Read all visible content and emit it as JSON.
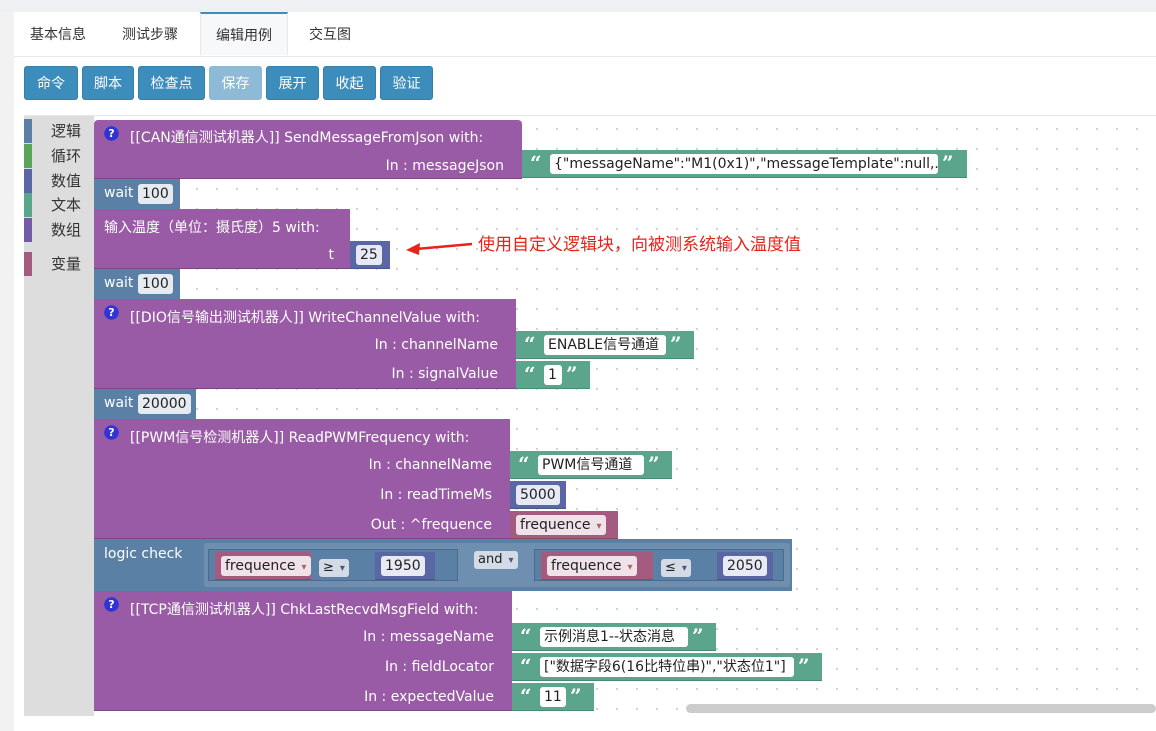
{
  "tabs": [
    {
      "label": "基本信息"
    },
    {
      "label": "测试步骤"
    },
    {
      "label": "编辑用例"
    },
    {
      "label": "交互图"
    }
  ],
  "toolbar": {
    "buttons": [
      {
        "label": "命令"
      },
      {
        "label": "脚本"
      },
      {
        "label": "检查点"
      },
      {
        "label": "保存"
      },
      {
        "label": "展开"
      },
      {
        "label": "收起"
      },
      {
        "label": "验证"
      }
    ]
  },
  "toolbox": {
    "categories": [
      {
        "label": "逻辑",
        "color": "#5b80a5"
      },
      {
        "label": "循环",
        "color": "#5ba55b"
      },
      {
        "label": "数值",
        "color": "#5b67a5"
      },
      {
        "label": "文本",
        "color": "#5ba58c"
      },
      {
        "label": "数组",
        "color": "#745ba5"
      },
      {
        "label": "变量",
        "color": "#a55b80"
      }
    ]
  },
  "blocks": {
    "can": {
      "help": "?",
      "title": "[[CAN通信测试机器人]]  SendMessageFromJson  with:",
      "param_label": "In : messageJson",
      "value": "{\"messageName\":\"M1(0x1)\",\"messageTemplate\":null,..."
    },
    "wait1": {
      "label": "wait",
      "value": "100"
    },
    "temp": {
      "title": "输入温度（单位：摄氏度）5  with:",
      "param_label": "t",
      "value": "25"
    },
    "wait2": {
      "label": "wait",
      "value": "100"
    },
    "dio": {
      "help": "?",
      "title": "[[DIO信号输出测试机器人]]  WriteChannelValue  with:",
      "param1_label": "In : channelName",
      "param1_value": "ENABLE信号通道",
      "param2_label": "In : signalValue",
      "param2_value": "1"
    },
    "wait3": {
      "label": "wait",
      "value": "20000"
    },
    "pwm": {
      "help": "?",
      "title": "[[PWM信号检测机器人]]  ReadPWMFrequency  with:",
      "param1_label": "In : channelName",
      "param1_value": "PWM信号通道",
      "param2_label": "In : readTimeMs",
      "param2_value": "5000",
      "param3_label": "Out : ^frequence",
      "param3_value": "frequence"
    },
    "logic": {
      "label": "logic check",
      "left_var": "frequence",
      "left_op": "≥",
      "left_num": "1950",
      "and_label": "and",
      "right_var": "frequence",
      "right_op": "≤",
      "right_num": "2050"
    },
    "tcp": {
      "help": "?",
      "title": "[[TCP通信测试机器人]]  ChkLastRecvdMsgField  with:",
      "param1_label": "In : messageName",
      "param1_value": "示例消息1--状态消息",
      "param2_label": "In : fieldLocator",
      "param2_value": "[\"数据字段6(16比特位串)\",\"状态位1\"]",
      "param3_label": "In : expectedValue",
      "param3_value": "11"
    }
  },
  "annotation": {
    "text": "使用自定义逻辑块，向被测系统输入温度值",
    "color": "#e8231a"
  },
  "quote_open": "“",
  "quote_close": "”",
  "caret": "▾"
}
